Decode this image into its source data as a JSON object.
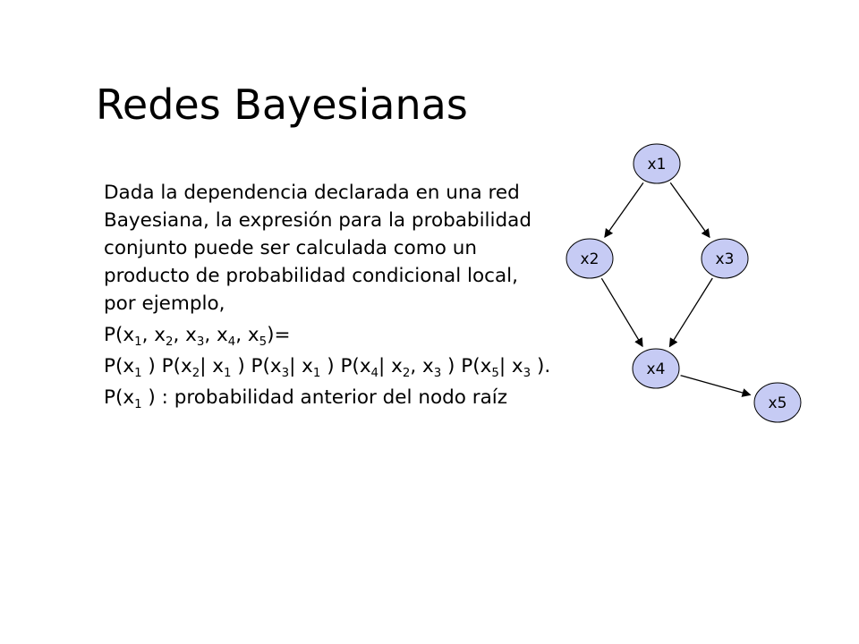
{
  "title": "Redes Bayesianas",
  "paragraphs": {
    "intro": "Dada la dependencia declarada en una red Bayesiana, la expresión para la probabilidad conjunto  puede ser calculada como un producto  de probabilidad condicional local, por ejemplo,",
    "eq1": "P(x1, x2, x3, x4, x5)=",
    "eq2": "P(x1 ) P(x2| x1 ) P(x3| x1 ) P(x4| x2, x3 ) P(x5| x3 ).",
    "eq3": "P(x1 ) : probabilidad anterior del nodo raíz"
  },
  "diagram": {
    "node_fill": "#c6cbf4",
    "nodes": [
      {
        "id": "x1",
        "label": "x1"
      },
      {
        "id": "x2",
        "label": "x2"
      },
      {
        "id": "x3",
        "label": "x3"
      },
      {
        "id": "x4",
        "label": "x4"
      },
      {
        "id": "x5",
        "label": "x5"
      }
    ],
    "edges": [
      {
        "from": "x1",
        "to": "x2"
      },
      {
        "from": "x1",
        "to": "x3"
      },
      {
        "from": "x2",
        "to": "x4"
      },
      {
        "from": "x3",
        "to": "x4"
      },
      {
        "from": "x4",
        "to": "x5"
      }
    ]
  }
}
